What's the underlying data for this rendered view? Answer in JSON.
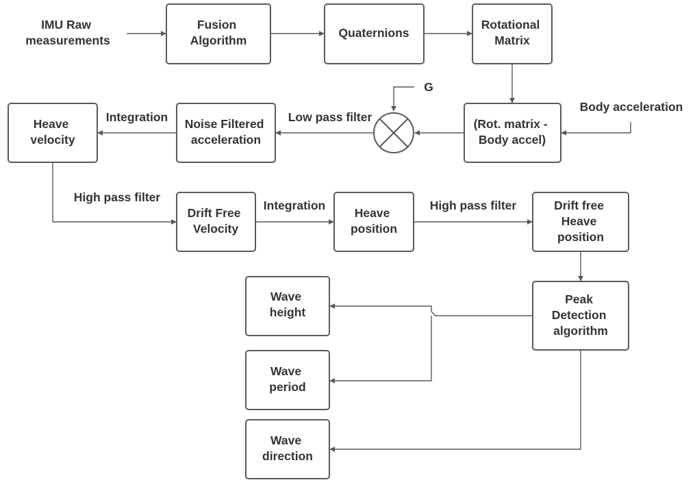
{
  "nodes": {
    "fusion": [
      "Fusion",
      "Algorithm"
    ],
    "quaternions": [
      "Quaternions"
    ],
    "rotational": [
      "Rotational",
      "Matrix"
    ],
    "rot_minus_body": [
      "(Rot. matrix -",
      "Body accel)"
    ],
    "noise_filtered": [
      "Noise Filtered",
      "acceleration"
    ],
    "heave_velocity": [
      "Heave",
      "velocity"
    ],
    "drift_free_velocity": [
      "Drift Free",
      "Velocity"
    ],
    "heave_position": [
      "Heave",
      "position"
    ],
    "drift_free_heave_position": [
      "Drift free",
      "Heave",
      "position"
    ],
    "peak_detection": [
      "Peak",
      "Detection",
      "algorithm"
    ],
    "wave_height": [
      "Wave",
      "height"
    ],
    "wave_period": [
      "Wave",
      "period"
    ],
    "wave_direction": [
      "Wave",
      "direction"
    ]
  },
  "labels": {
    "imu_raw": [
      "IMU Raw",
      "measurements"
    ],
    "body_acceleration": "Body acceleration",
    "gravity": "G",
    "low_pass_filter": "Low pass filter",
    "integration_1": "Integration",
    "high_pass_filter_1": "High pass filter",
    "integration_2": "Integration",
    "high_pass_filter_2": "High pass filter"
  },
  "colors": {
    "stroke": "#595959",
    "text": "#333333",
    "background": "#ffffff"
  },
  "icons": {
    "summing_junction": "circle-with-x"
  }
}
